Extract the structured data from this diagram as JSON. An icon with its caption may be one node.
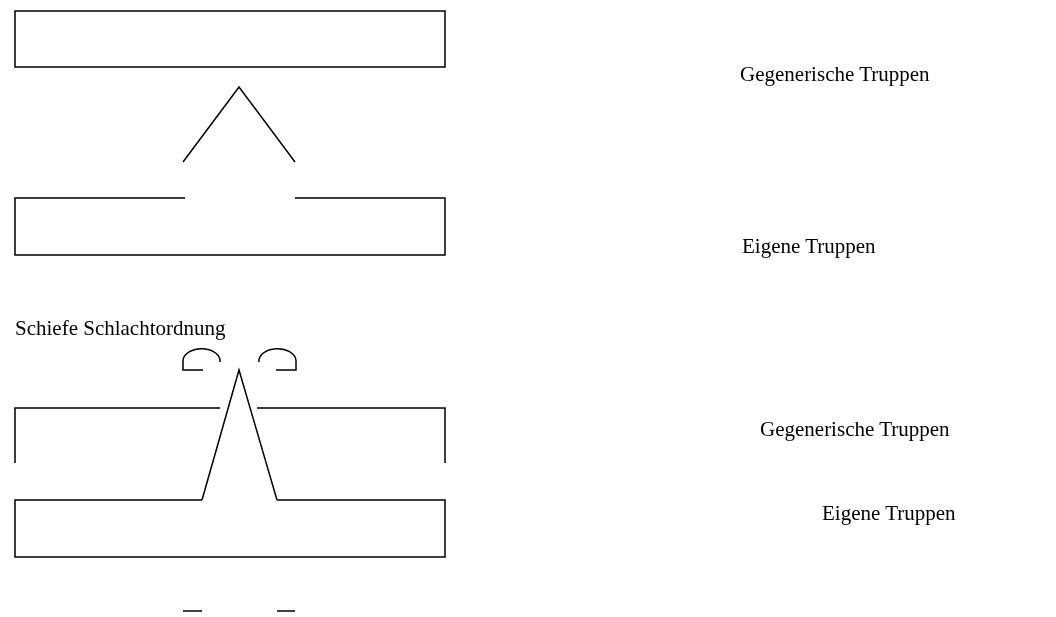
{
  "diagram": {
    "nodes": [
      {
        "text": [],
        "shape": "box"
      },
      {
        "text": [],
        "shape": "box"
      },
      {
        "text": [],
        "shape": "box"
      },
      {
        "text": [],
        "shape": "box"
      }
    ],
    "labels": [
      "Gegenerische Truppen",
      "Eigene Truppen",
      "Schiefe Schlachtordnung",
      "Gegenerische Truppen",
      "Eigene Truppen"
    ]
  }
}
